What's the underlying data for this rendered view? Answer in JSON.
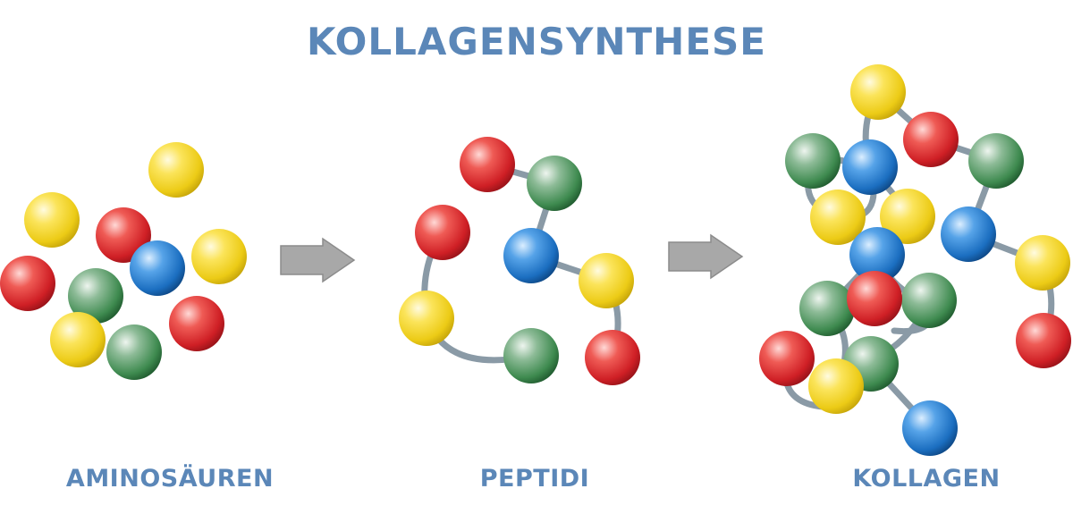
{
  "title": "KOLLAGENSYNTHESE",
  "stages": [
    {
      "label": "AMINOSÄUREN"
    },
    {
      "label": "PEPTIDI"
    },
    {
      "label": "KOLLAGEN"
    }
  ],
  "colors": {
    "text": "#5b87b8",
    "red": "#d8262b",
    "green": "#3f8a4e",
    "blue": "#1f73c4",
    "yellow": "#f2d31f",
    "bond": "#8a9aa6",
    "arrow": "#a8a8a8"
  }
}
